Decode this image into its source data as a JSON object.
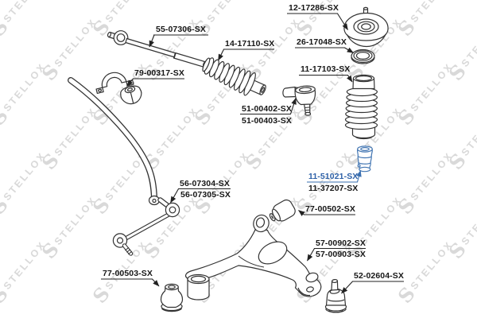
{
  "watermark": {
    "text": "STELLOX",
    "logo": "S",
    "color": "#d9d9d9"
  },
  "colors": {
    "line": "#333333",
    "callout": "#222222",
    "label": "#161616",
    "highlight": "#4477b3",
    "highlight_text": "#2f62a8"
  },
  "labels": {
    "tie_rod": "55-07306-SX",
    "strut_mount": "12-17286-SX",
    "bearing": "26-17048-SX",
    "rack_boot": "14-17110-SX",
    "strut_boot": "11-17103-SX",
    "tie_rod_end_a": "51-00402-SX",
    "tie_rod_end_b": "51-00403-SX",
    "stab_bracket": "79-00317-SX",
    "stab_link_a": "56-07304-SX",
    "stab_link_b": "56-07305-SX",
    "bump_stop_a": "11-51021-SX",
    "bump_stop_b": "11-37207-SX",
    "arm_bushing_rear": "77-00502-SX",
    "control_arm_a": "57-00902-SX",
    "control_arm_b": "57-00903-SX",
    "arm_bushing_front": "77-00503-SX",
    "ball_joint": "52-02604-SX"
  }
}
